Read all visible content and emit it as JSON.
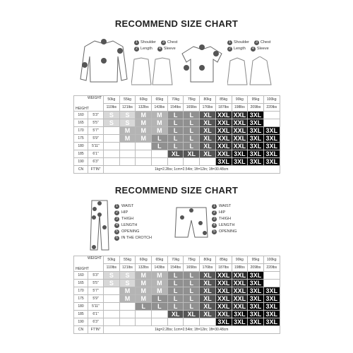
{
  "chart1": {
    "title": "RECOMMEND SIZE CHART",
    "legend_left": [
      {
        "num": "1",
        "label": "Shoulder",
        "num2": "3",
        "label2": "Chest"
      },
      {
        "num": "2",
        "label": "Length",
        "num2": "4",
        "label2": "Sleeve"
      }
    ],
    "legend_right": [
      {
        "num": "1",
        "label": "Shoulder",
        "num2": "3",
        "label2": "Chest"
      },
      {
        "num": "2",
        "label": "Length",
        "num2": "4",
        "label2": "Sleeve"
      }
    ],
    "weight_label": "WEIGHT",
    "height_label": "HEIGHT",
    "kg": [
      "50kg",
      "55kg",
      "60kg",
      "65kg",
      "70kg",
      "75kg",
      "80kg",
      "85kg",
      "90kg",
      "95kg",
      "100kg"
    ],
    "lbs": [
      "110lbs",
      "121lbs",
      "132lbs",
      "143lbs",
      "154lbs",
      "165lbs",
      "176lbs",
      "187lbs",
      "198lbs",
      "209lbs",
      "220lbs"
    ],
    "rows": [
      {
        "cm": "160",
        "ft": "5'3\"",
        "cells": [
          "S",
          "S",
          "M",
          "M",
          "L",
          "L",
          "XL",
          "XXL",
          "XXL",
          "3XL",
          ""
        ]
      },
      {
        "cm": "165",
        "ft": "5'5\"",
        "cells": [
          "S",
          "S",
          "M",
          "M",
          "L",
          "L",
          "XL",
          "XXL",
          "XXL",
          "3XL",
          ""
        ]
      },
      {
        "cm": "170",
        "ft": "5'7\"",
        "cells": [
          "",
          "M",
          "M",
          "M",
          "L",
          "L",
          "XL",
          "XXL",
          "XXL",
          "3XL",
          "3XL"
        ]
      },
      {
        "cm": "175",
        "ft": "5'9\"",
        "cells": [
          "",
          "M",
          "M",
          "L",
          "L",
          "L",
          "XL",
          "XXL",
          "XXL",
          "3XL",
          "3XL"
        ]
      },
      {
        "cm": "180",
        "ft": "5'11\"",
        "cells": [
          "",
          "",
          "",
          "L",
          "L",
          "L",
          "XL",
          "XXL",
          "XXL",
          "3XL",
          "3XL"
        ]
      },
      {
        "cm": "185",
        "ft": "6'1\"",
        "cells": [
          "",
          "",
          "",
          "",
          "XL",
          "XL",
          "XL",
          "XXL",
          "3XL",
          "3XL",
          "3XL"
        ]
      },
      {
        "cm": "190",
        "ft": "6'3\"",
        "cells": [
          "",
          "",
          "",
          "",
          "",
          "",
          "",
          "3XL",
          "3XL",
          "3XL",
          "3XL"
        ]
      }
    ],
    "footer_cn": "CN",
    "footer_ft": "FT'IN\"",
    "footer_note": "1kg=2.2lbs;  1cm=2.54in;  1ft=12in;  1ft=30.48cm"
  },
  "chart2": {
    "title": "RECOMMEND SIZE CHART",
    "legend_left": [
      {
        "num": "1",
        "label": "WAIST"
      },
      {
        "num": "2",
        "label": "HIP"
      },
      {
        "num": "3",
        "label": "THIGH"
      },
      {
        "num": "4",
        "label": "LENGTH"
      },
      {
        "num": "5",
        "label": "OPENING"
      },
      {
        "num": "6",
        "label": "IN THE CROTCH"
      }
    ],
    "legend_right": [
      {
        "num": "1",
        "label": "WAIST"
      },
      {
        "num": "2",
        "label": "HIP"
      },
      {
        "num": "3",
        "label": "THIGH"
      },
      {
        "num": "4",
        "label": "LENGTH"
      },
      {
        "num": "5",
        "label": "OPENING"
      }
    ],
    "weight_label": "WEIGHT",
    "height_label": "HEIGHT",
    "kg": [
      "50kg",
      "55kg",
      "60kg",
      "65kg",
      "70kg",
      "75kg",
      "80kg",
      "85kg",
      "90kg",
      "95kg",
      "100kg"
    ],
    "lbs": [
      "110lbs",
      "121lbs",
      "132lbs",
      "143lbs",
      "154lbs",
      "165lbs",
      "176lbs",
      "187lbs",
      "198lbs",
      "209lbs",
      "220lbs"
    ],
    "rows": [
      {
        "cm": "160",
        "ft": "5'3\"",
        "cells": [
          "S",
          "S",
          "M",
          "M",
          "L",
          "L",
          "XL",
          "XXL",
          "XXL",
          "3XL",
          ""
        ]
      },
      {
        "cm": "165",
        "ft": "5'5\"",
        "cells": [
          "S",
          "S",
          "M",
          "M",
          "L",
          "L",
          "XL",
          "XXL",
          "XXL",
          "3XL",
          ""
        ]
      },
      {
        "cm": "170",
        "ft": "5'7\"",
        "cells": [
          "",
          "M",
          "M",
          "M",
          "L",
          "L",
          "XL",
          "XXL",
          "XXL",
          "3XL",
          "3XL"
        ]
      },
      {
        "cm": "175",
        "ft": "5'9\"",
        "cells": [
          "",
          "M",
          "M",
          "L",
          "L",
          "L",
          "XL",
          "XXL",
          "XXL",
          "3XL",
          "3XL"
        ]
      },
      {
        "cm": "180",
        "ft": "5'11\"",
        "cells": [
          "",
          "",
          "L",
          "L",
          "L",
          "L",
          "XL",
          "XXL",
          "XXL",
          "3XL",
          "3XL"
        ]
      },
      {
        "cm": "185",
        "ft": "6'1\"",
        "cells": [
          "",
          "",
          "",
          "",
          "XL",
          "XL",
          "XL",
          "XXL",
          "3XL",
          "3XL",
          "3XL"
        ]
      },
      {
        "cm": "190",
        "ft": "6'3\"",
        "cells": [
          "",
          "",
          "",
          "",
          "",
          "",
          "",
          "3XL",
          "3XL",
          "3XL",
          "3XL"
        ]
      }
    ],
    "footer_cn": "CN",
    "footer_ft": "FT'IN\"",
    "footer_note": "1kg=2.2lbs;  1cm=2.54in;  1ft=12in;  1ft=30.48cm"
  },
  "colors": {
    "S": "#d8d8d8",
    "M": "#b4b4b4",
    "L": "#909090",
    "XL": "#555555",
    "XXL": "#2a2a2a",
    "3XL": "#0a0a0a"
  }
}
